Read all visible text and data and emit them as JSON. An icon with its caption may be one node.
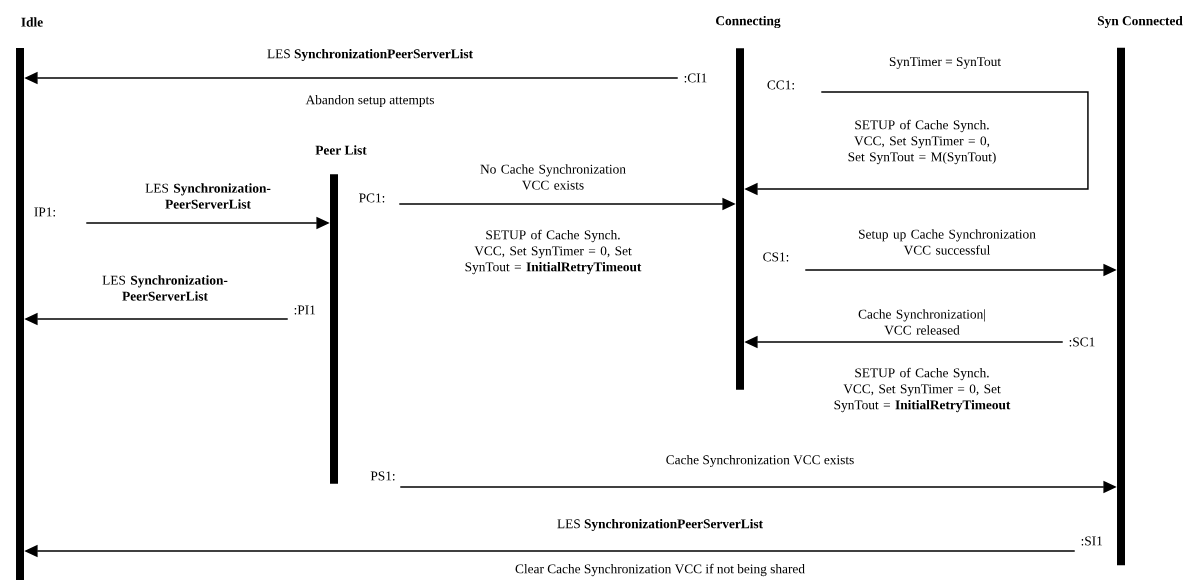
{
  "diagram": {
    "nodes": [
      {
        "text": [
          "Idle"
        ]
      },
      {
        "text": [
          "Peer List"
        ]
      },
      {
        "text": [
          "Connecting"
        ]
      },
      {
        "text": [
          "Syn Connected"
        ]
      }
    ],
    "edges": [
      {
        "from": 2,
        "to": 0,
        "arrow": "to",
        "label": "LES **SynchronizationPeerServerList**"
      },
      {
        "from": 0,
        "to": 1,
        "arrow": "to",
        "label": "LES **Synchronization-PeerServerList**"
      },
      {
        "from": 1,
        "to": 0,
        "arrow": "to",
        "label": "LES **Synchronization-PeerServerList**"
      },
      {
        "from": 1,
        "to": 2,
        "arrow": "to",
        "label": "No Cache Synchronization VCC exists"
      },
      {
        "from": 2,
        "to": 2,
        "arrow": "to",
        "label": "SynTimer = SynTout"
      },
      {
        "from": 2,
        "to": 3,
        "arrow": "to",
        "label": "Setup up Cache Synchronization VCC successful"
      },
      {
        "from": 3,
        "to": 2,
        "arrow": "to",
        "label": "Cache Synchronization| VCC released"
      },
      {
        "from": 1,
        "to": 3,
        "arrow": "to",
        "label": "Cache Synchronization VCC exists"
      },
      {
        "from": 3,
        "to": 0,
        "arrow": "to",
        "label": "LES **SynchronizationPeerServerList**"
      }
    ],
    "labels": [
      ":CI1",
      "Abandon setup attempts",
      "CC1:",
      "SETUP of Cache Synch. VCC, Set SynTimer = 0, Set SynTout = M(SynTout)",
      "PC1:",
      "IP1:",
      "SETUP of Cache Synch. VCC, Set SynTimer = 0, Set SynTout = **InitialRetryTimeout**",
      "CS1:",
      ":PI1",
      ":SC1",
      "SETUP of Cache Synch. VCC, Set SynTimer = 0, Set SynTout = **InitialRetryTimeout**",
      "PS1:",
      ":SI1",
      "Clear Cache Synchronization VCC if not being shared"
    ]
  }
}
